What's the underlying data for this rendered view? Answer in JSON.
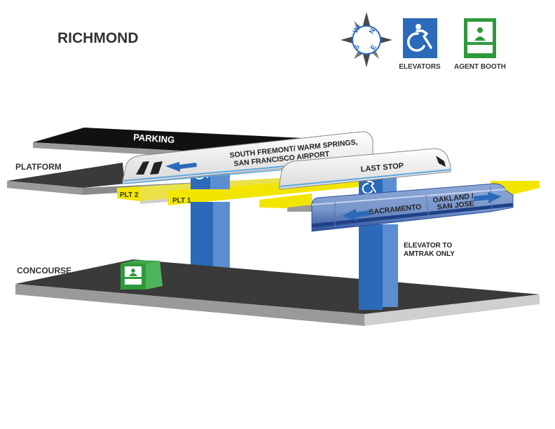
{
  "station": {
    "name": "RICHMOND"
  },
  "legend": {
    "compass": {
      "n": "N",
      "e": "E",
      "s": "S",
      "w": "W"
    },
    "elevators_label": "ELEVATORS",
    "agent_booth_label": "AGENT BOOTH"
  },
  "levels": {
    "parking": "PARKING",
    "platform": "PLATFORM",
    "concourse": "CONCOURSE"
  },
  "platforms": {
    "plt2": "PLT 2",
    "plt1": "PLT 1"
  },
  "trains": {
    "south": {
      "line1": "SOUTH FREMONT/ WARM SPRINGS,",
      "line2": "SAN FRANCISCO AIRPORT"
    },
    "last_stop": "LAST STOP",
    "sacramento": "SACRAMENTO",
    "oakland": {
      "line1": "OAKLAND /",
      "line2": "SAN JOSE"
    }
  },
  "notes": {
    "amtrak_line1": "ELEVATOR TO",
    "amtrak_line2": "AMTRAK ONLY"
  },
  "colors": {
    "slab_dark": "#3a3a3a",
    "slab_edge": "#bdbdbd",
    "platform_yellow": "#f2e600",
    "elevator_blue": "#2a6ab8",
    "agent_green": "#2e9a3c",
    "amtrak_blue": "#2f5aa8",
    "bart_white": "#ececec",
    "text_dark": "#333333"
  }
}
